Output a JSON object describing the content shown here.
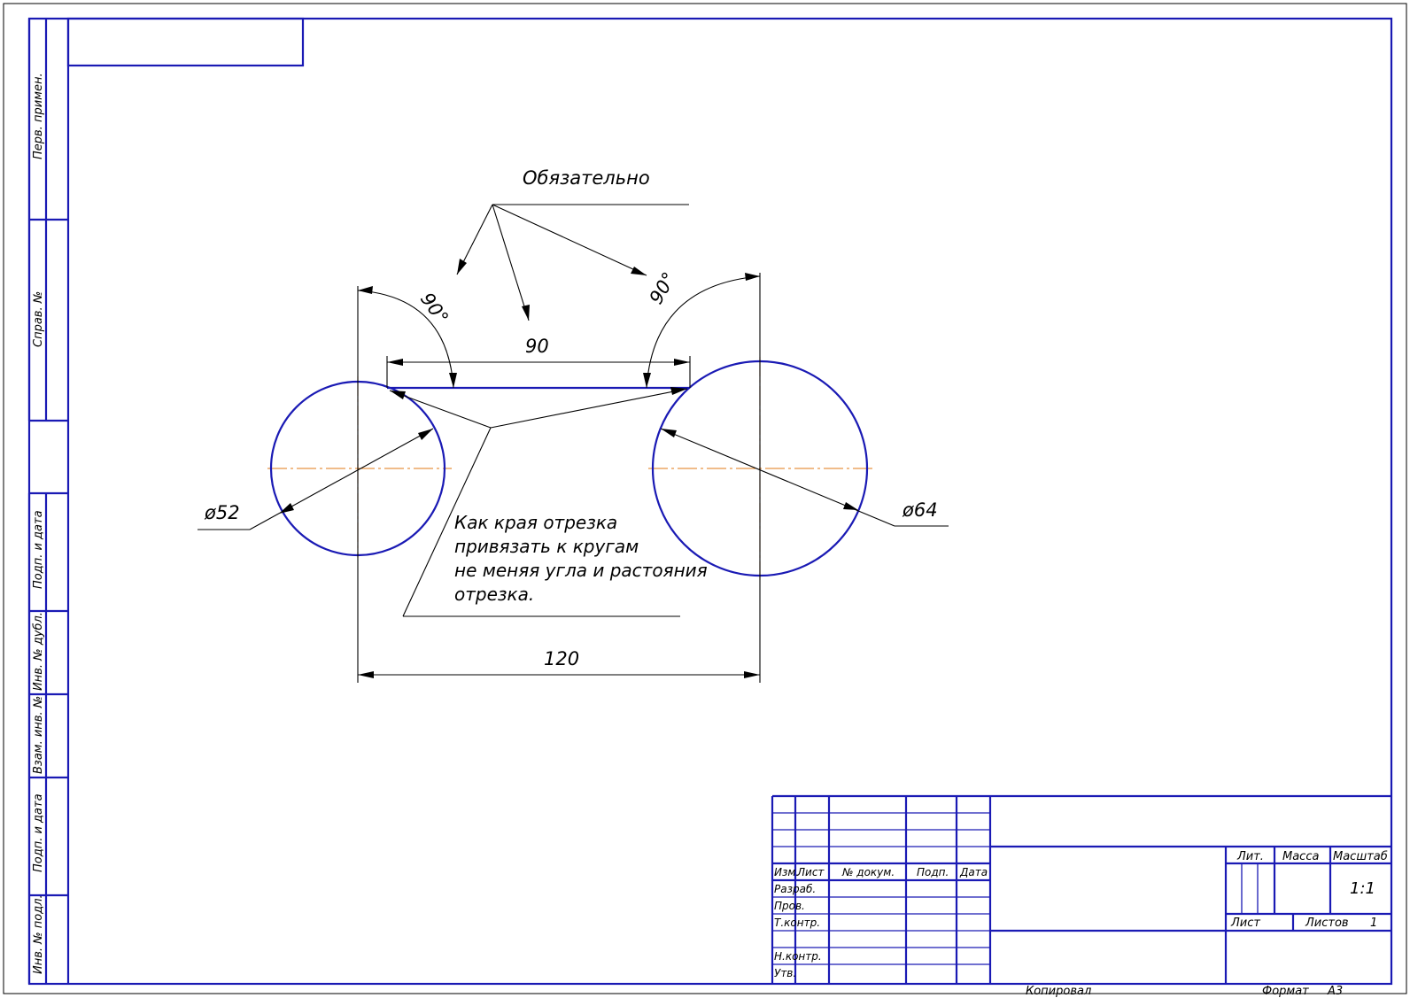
{
  "stamp": {
    "side_labels": [
      "Перв. примен.",
      "Справ. №",
      "Подп. и дата",
      "Инв. № дубл.",
      "Взам. инв. №",
      "Подп. и дата",
      "Инв. № подл."
    ],
    "col_headers": [
      "Изм.",
      "Лист",
      "№ докум.",
      "Подп.",
      "Дата"
    ],
    "row_labels": [
      "Разраб.",
      "Пров.",
      "Т.контр.",
      "",
      "Н.контр.",
      "Утв."
    ],
    "lit_label": "Лит.",
    "mass_label": "Масса",
    "scale_label": "Масштаб",
    "scale_value": "1:1",
    "sheet_label": "Лист",
    "sheets_label": "Листов",
    "sheets_value": "1",
    "copied_label": "Копировал",
    "format_label": "Формат",
    "format_value": "А3"
  },
  "dims": {
    "obligatory": "Обязательно",
    "angle_left": "90°",
    "angle_right": "90°",
    "d90": "90",
    "d120": "120",
    "dia_left": "ø52",
    "dia_right": "ø64"
  },
  "note": [
    "Как края отрезка",
    "привязать к кругам",
    "не меняя угла и растояния",
    "отрезка."
  ],
  "colors": {
    "frame": "#1a1ab4",
    "axis": "#e07a14",
    "ink": "#000000"
  }
}
